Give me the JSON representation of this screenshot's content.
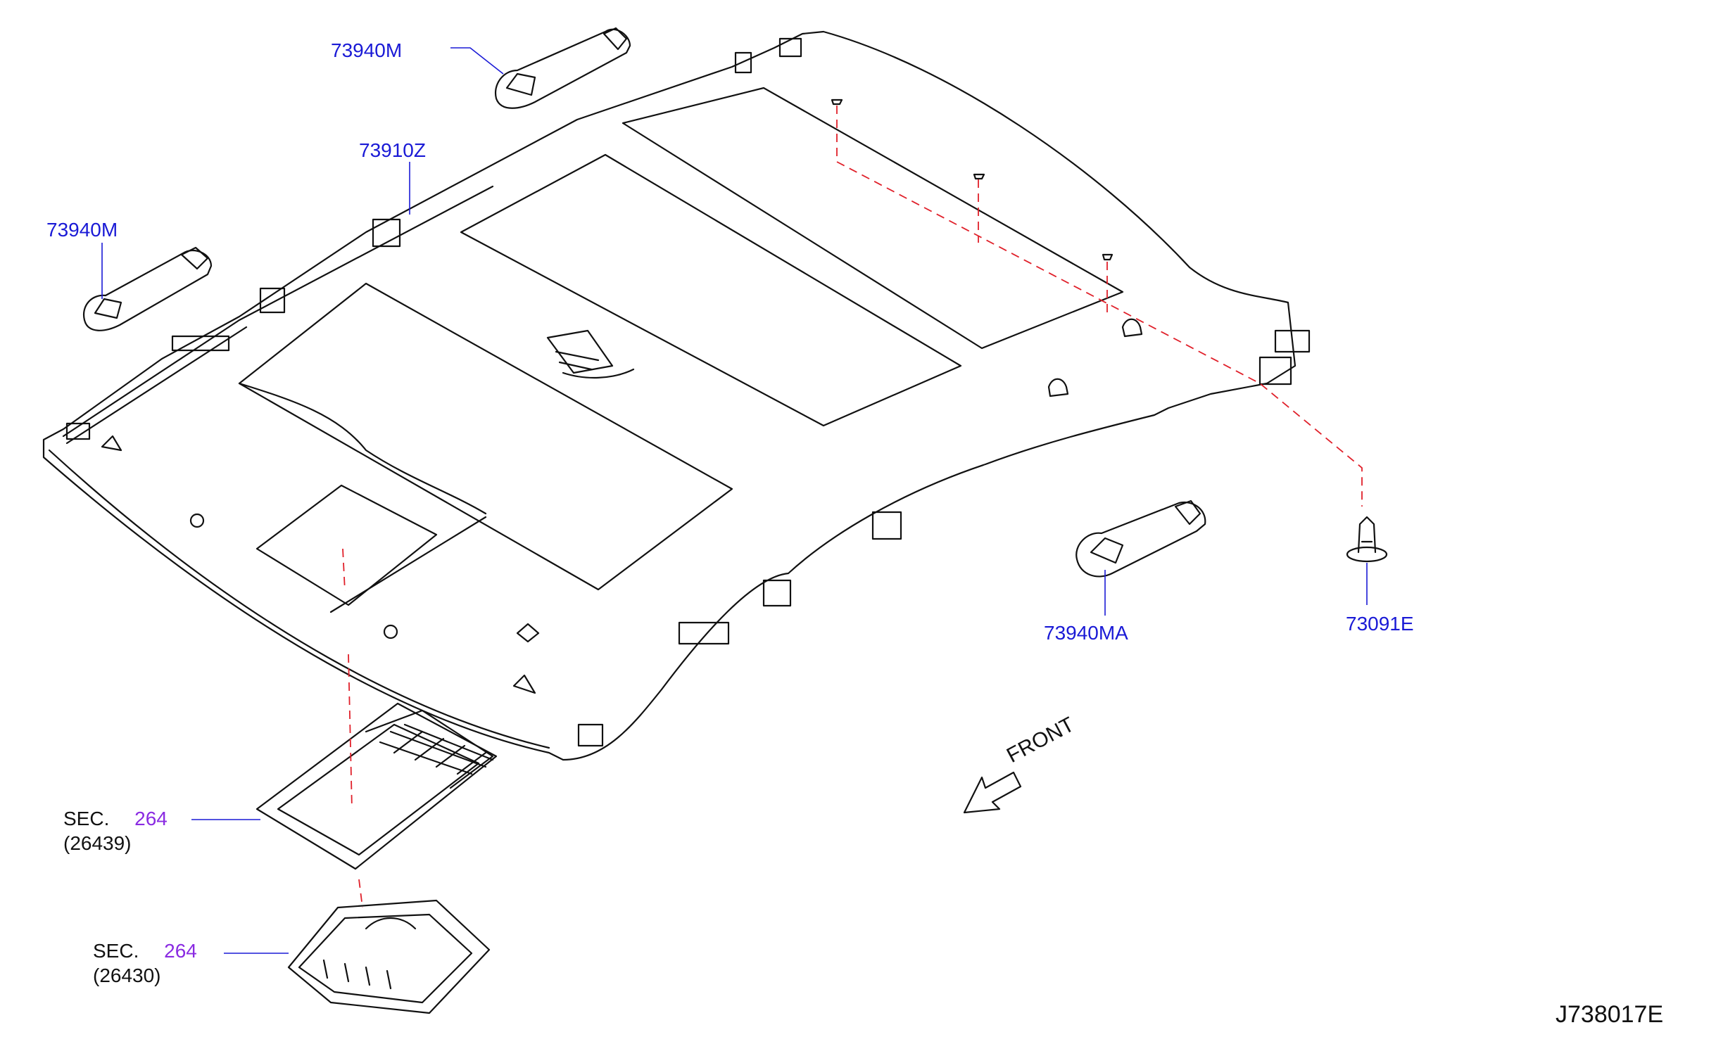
{
  "colors": {
    "part_number": "#1a1ad6",
    "section_number": "#8a2be2",
    "leader_line": "#1a1ad6",
    "dashed_line": "#e0202a",
    "outline": "#111111"
  },
  "parts": {
    "assist_grip_rear_top": "73940M",
    "headlining": "73910Z",
    "assist_grip_rear_left": "73940M",
    "assist_grip_front": "73940MA",
    "clip": "73091E"
  },
  "sections": {
    "upper": {
      "prefix": "SEC.",
      "number": "264",
      "sub": "(26439)"
    },
    "lower": {
      "prefix": "SEC.",
      "number": "264",
      "sub": "(26430)"
    }
  },
  "direction_label": "FRONT",
  "diagram_id": "J738017E"
}
